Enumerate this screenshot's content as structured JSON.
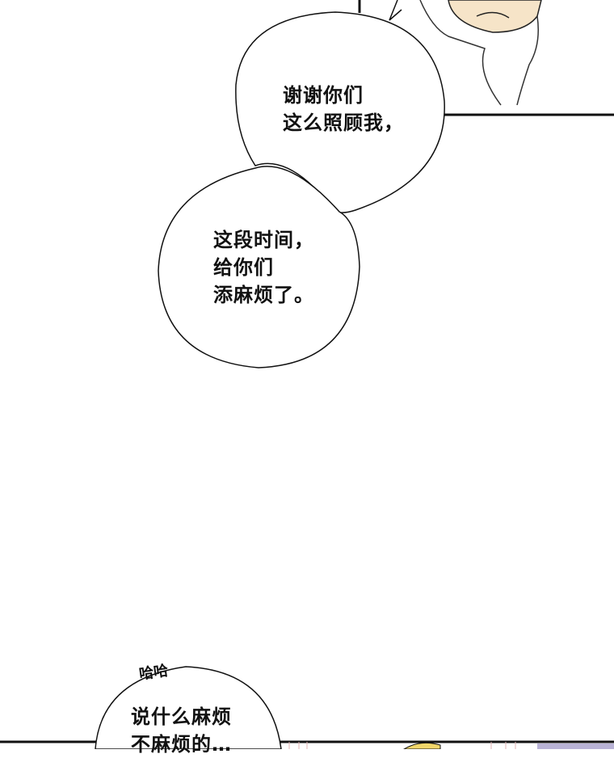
{
  "bubble_1": {
    "line_1": "谢谢你们",
    "line_2": "这么照顾我，"
  },
  "bubble_2": {
    "line_1": "这段时间，",
    "line_2": "给你们",
    "line_3": "添麻烦了。"
  },
  "bubble_3": {
    "sfx": "哈哈",
    "line_1": "说什么麻烦",
    "line_2": "不麻烦的…"
  },
  "colors": {
    "ink": "#111111",
    "skin": "#f6e4c8",
    "hair_yellow": "#f1d66a",
    "lavender": "#b9b3d6",
    "pink_lines": "#e2b4b4"
  }
}
